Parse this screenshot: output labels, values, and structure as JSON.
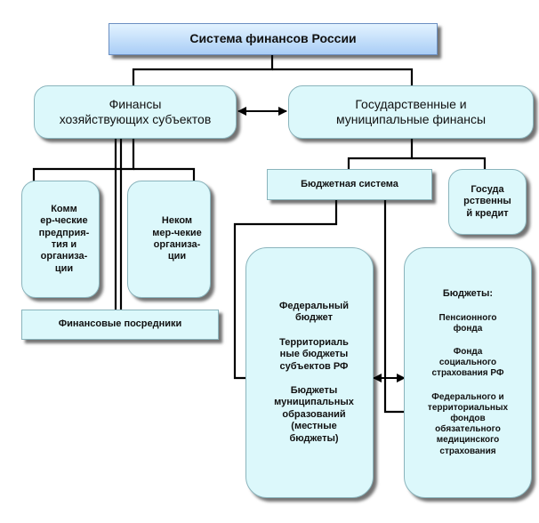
{
  "root": {
    "label": "Система финансов России"
  },
  "left_branch": {
    "label_line1": "Финансы",
    "label_line2": "хозяйствующих субъектов",
    "commercial": "Комм\nер-ческие\nпредприя-\nтия и\nорганиза-\nции",
    "noncommercial": "Неком\nмер-чекие\nорганиза-\nции",
    "intermediaries": "Финансовые посредники"
  },
  "right_branch": {
    "label_line1": "Государственные и",
    "label_line2": "муниципальные финансы",
    "budget_system": "Бюджетная система",
    "state_credit": "Госуда\nрственны\nй кредит",
    "budgets_panel": [
      "Федеральный\nбюджет",
      "Территориаль\nные бюджеты\nсубъектов РФ",
      "Бюджеты\nмуниципальных\nобразований\n(местные\nбюджеты)"
    ],
    "funds_panel": {
      "heading": "Бюджеты:",
      "items": [
        "Пенсионного\nфонда",
        "Фонда\nсоциального\nстрахования РФ",
        "Федерального и\nтерриториальных\nфондов\nобязательного\nмедицинского\nстрахования"
      ]
    }
  }
}
